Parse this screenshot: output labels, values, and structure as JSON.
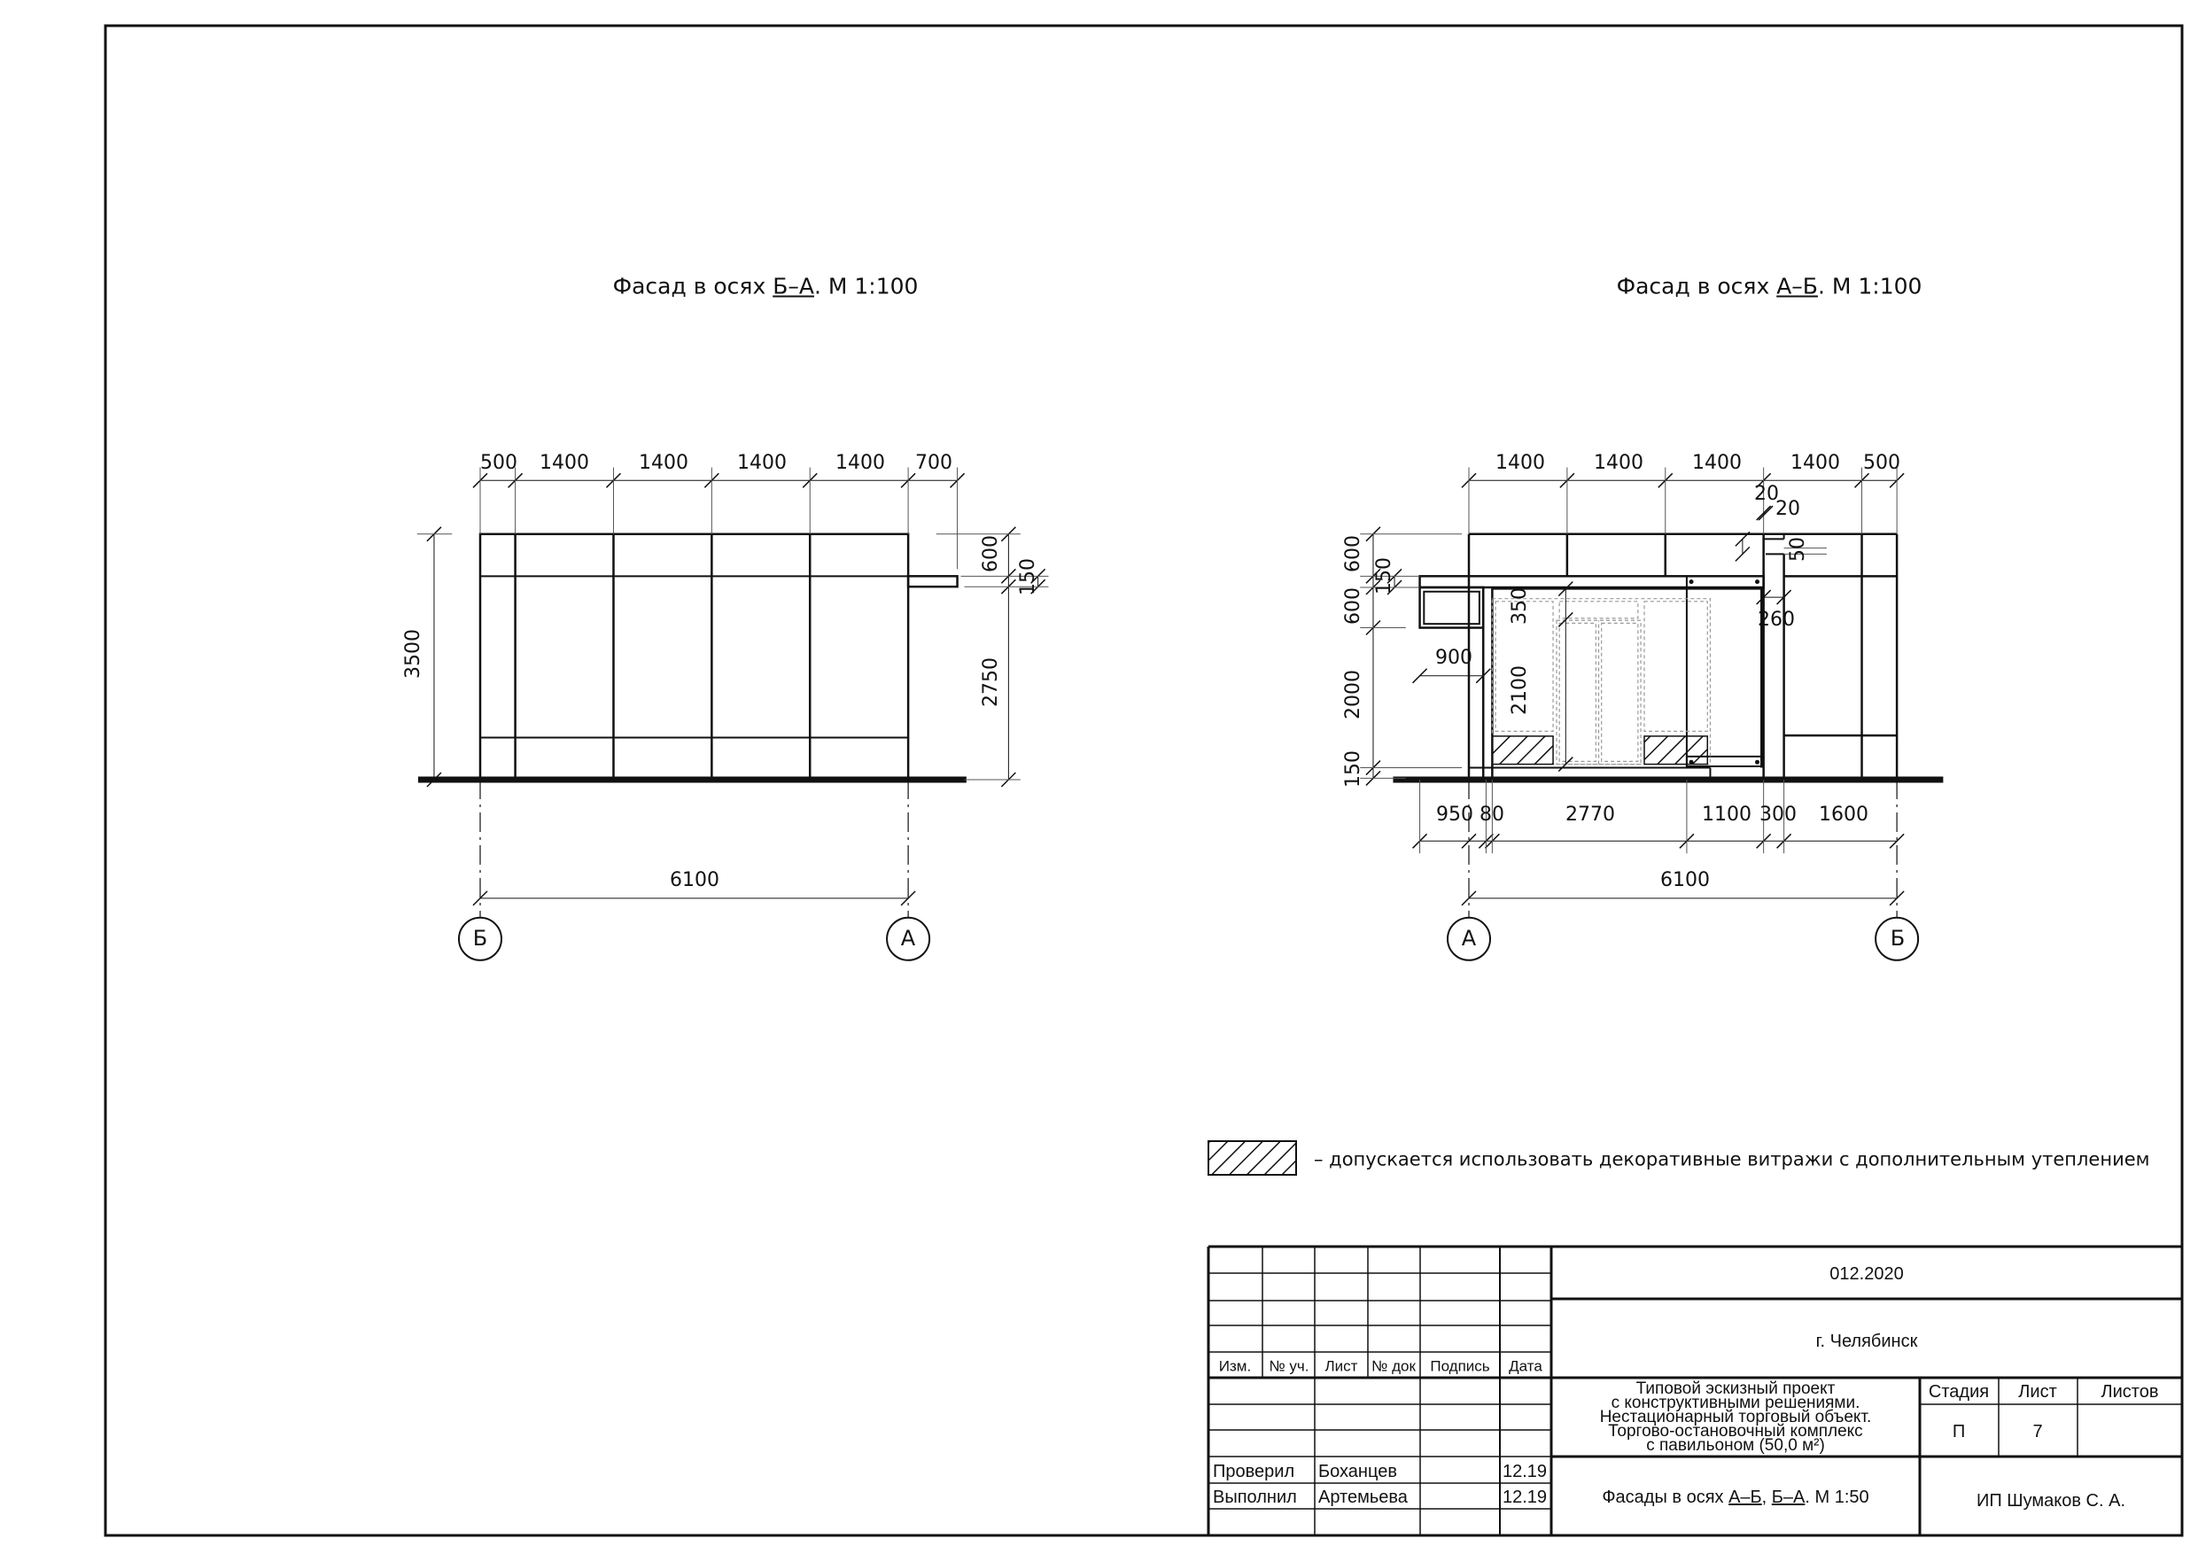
{
  "left_facade": {
    "title_prefix": "Фасад в осях ",
    "title_axes": "Б–А",
    "title_suffix": ". М 1:100",
    "top_dims": [
      "500",
      "1400",
      "1400",
      "1400",
      "1400",
      "700"
    ],
    "height_dim": "3500",
    "right_dims": [
      "600",
      "150",
      "2750"
    ],
    "bottom_dim": "6100",
    "axes": [
      "Б",
      "А"
    ]
  },
  "right_facade": {
    "title_prefix": "Фасад в осях ",
    "title_axes": "А–Б",
    "title_suffix": ". М 1:100",
    "top_dims": [
      "1400",
      "1400",
      "1400",
      "1400",
      "500"
    ],
    "left_dims": [
      "600",
      "150",
      "600",
      "2000",
      "150"
    ],
    "inner_dims": [
      "350",
      "2100",
      "900",
      "260",
      "20",
      "20",
      "50"
    ],
    "bottom_dims": [
      "950",
      "80",
      "2770",
      "1100",
      "300",
      "1600"
    ],
    "overall_dim": "6100",
    "axes": [
      "А",
      "Б"
    ]
  },
  "legend": {
    "text": "– допускается использовать декоративные витражи с дополнительным утеплением"
  },
  "title_block": {
    "code": "012.2020",
    "city": "г. Челябинск",
    "headers": [
      "Изм.",
      "№ уч.",
      "Лист",
      "№ док",
      "Подпись",
      "Дата"
    ],
    "project_lines": [
      "Типовой эскизный проект",
      "с конструктивными решениями.",
      "Нестационарный торговый объект.",
      "Торгово-остановочный комплекс",
      "с павильоном (50,0 м²)"
    ],
    "stage_header": "Стадия",
    "sheet_header": "Лист",
    "sheets_header": "Листов",
    "stage": "П",
    "sheet": "7",
    "sheets": "",
    "rows": [
      {
        "role": "Проверил",
        "name": "Боханцев",
        "date": "12.19"
      },
      {
        "role": "Выполнил",
        "name": "Артемьева",
        "date": "12.19"
      }
    ],
    "drawing_prefix": "Фасады в осях ",
    "drawing_axes1": "А–Б",
    "drawing_sep": ", ",
    "drawing_axes2": "Б–А",
    "drawing_suffix": ". М 1:50",
    "company": "ИП Шумаков С. А."
  }
}
